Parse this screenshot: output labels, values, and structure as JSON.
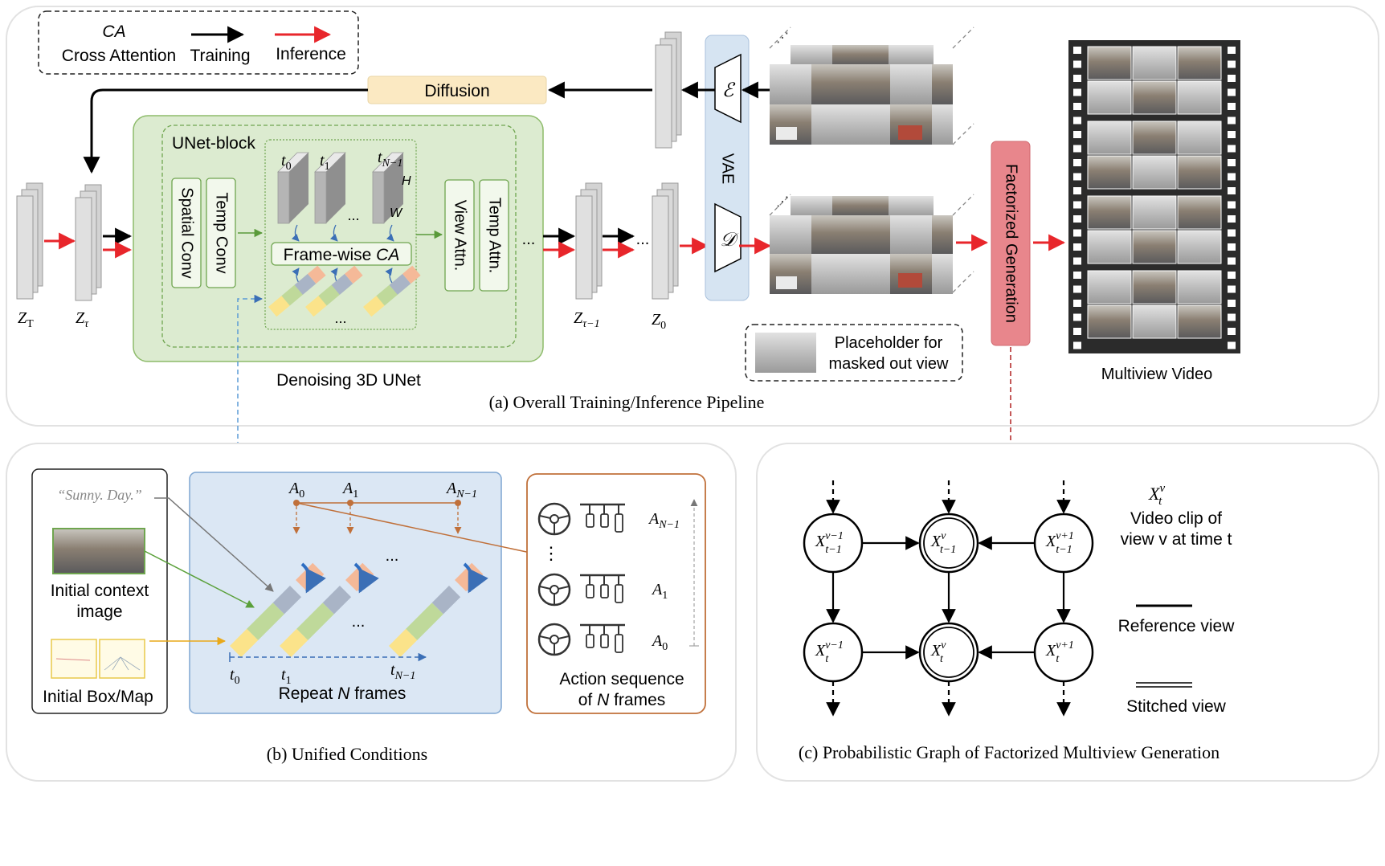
{
  "legend": {
    "ca_abbrev": "CA",
    "ca_full": "Cross Attention",
    "training": "Training",
    "inference": "Inference"
  },
  "pipeline": {
    "diffusion": "Diffusion",
    "unet_block": "UNet-block",
    "spatial_conv": "Spatial Conv",
    "temp_conv": "Temp Conv",
    "frame_t0": "t",
    "frame_t0_sub": "0",
    "frame_t1": "t",
    "frame_t1_sub": "1",
    "frame_tn": "t",
    "frame_tn_sub": "N−1",
    "dim_h": "H",
    "dim_w": "W",
    "framewise_prefix": "Frame-wise ",
    "framewise_ca": "CA",
    "view_attn": "View Attn.",
    "temp_attn": "Temp Attn.",
    "ellipsis": "...",
    "denoising_unet": "Denoising 3D UNet",
    "vae": "VAE",
    "encoder_symbol": "ℰ",
    "decoder_symbol": "𝒟",
    "z_T": "Z",
    "z_T_sub": "T",
    "z_tau": "Z",
    "z_tau_sub": "τ",
    "z_tau_minus": "Z",
    "z_tau_minus_sub": "τ−1",
    "z_0": "Z",
    "z_0_sub": "0",
    "placeholder_line1": "Placeholder for",
    "placeholder_line2": "masked out view",
    "factorized_generation": "Factorized Generation",
    "multiview_video": "Multiview Video",
    "caption": "(a) Overall Training/Inference Pipeline"
  },
  "conditions": {
    "prompt": "“Sunny. Day.”",
    "context_line1": "Initial context",
    "context_line2": "image",
    "box_map": "Initial Box/Map",
    "a0": "A",
    "a0_sub": "0",
    "a1": "A",
    "a1_sub": "1",
    "an": "A",
    "an_sub": "N−1",
    "t0": "t",
    "t0_sub": "0",
    "t1": "t",
    "t1_sub": "1",
    "tn": "t",
    "tn_sub": "N−1",
    "repeat_prefix": "Repeat ",
    "repeat_n": "N",
    "repeat_suffix": " frames",
    "action_line1": "Action sequence",
    "action_line2_prefix": "of ",
    "action_line2_n": "N",
    "action_line2_suffix": " frames",
    "action_an": "A",
    "action_an_sub": "N−1",
    "action_a1": "A",
    "action_a1_sub": "1",
    "action_a0": "A",
    "action_a0_sub": "0",
    "vdots": "⋮",
    "caption": "(b) Unified Conditions"
  },
  "graph": {
    "legend_symbol": "X",
    "legend_sup": "v",
    "legend_sub": "t",
    "legend_line1": "Video clip of",
    "legend_line2": "view v at time t",
    "reference_view": "Reference view",
    "stitched_view": "Stitched view",
    "nodes": [
      {
        "sup": "v−1",
        "sub": "t−1",
        "double": false
      },
      {
        "sup": "v",
        "sub": "t−1",
        "double": true
      },
      {
        "sup": "v+1",
        "sub": "t−1",
        "double": false
      },
      {
        "sup": "v−1",
        "sub": "t",
        "double": false
      },
      {
        "sup": "v",
        "sub": "t",
        "double": true
      },
      {
        "sup": "v+1",
        "sub": "t",
        "double": false
      }
    ],
    "caption": "(c) Probabilistic Graph of Factorized Multiview Generation"
  },
  "colors": {
    "training_arrow": "#000000",
    "inference_arrow": "#e8262b",
    "unet_fill": "#dcebd0",
    "unet_stroke": "#8dbb6a",
    "diffusion_fill": "#fbe9c2",
    "vae_fill": "#d6e4f2",
    "factorized_fill": "#e8868c",
    "conditions_fill": "#dbe7f4",
    "action_stroke": "#c0703a"
  }
}
